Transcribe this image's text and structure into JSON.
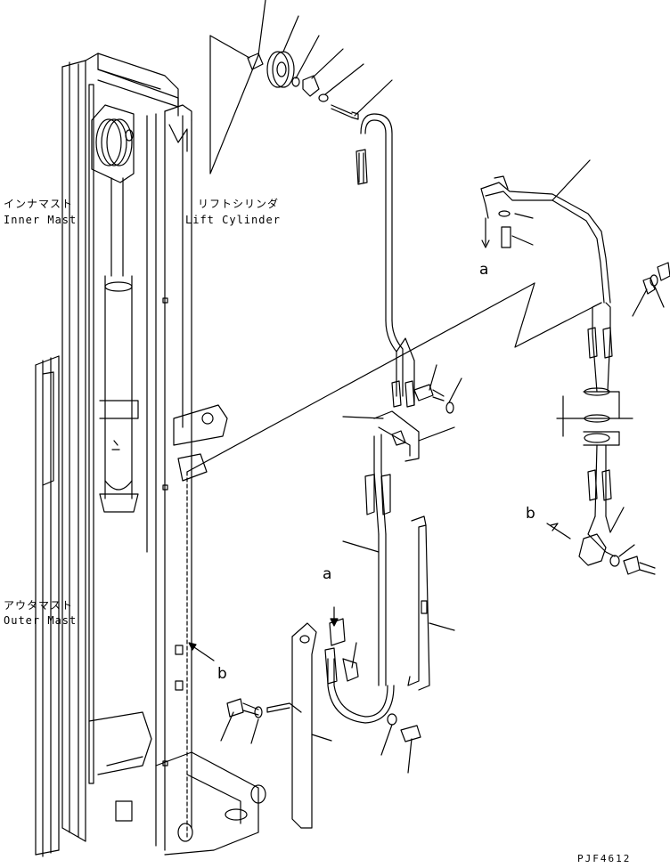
{
  "labels": {
    "inner_mast_jp": "インナマスト",
    "inner_mast_en": "Inner Mast",
    "lift_cylinder_jp": "リフトシリンダ",
    "lift_cylinder_en": "Lift Cylinder",
    "outer_mast_jp": "アウタマスト",
    "outer_mast_en": "Outer Mast"
  },
  "callouts": {
    "a1": "a",
    "a2": "a",
    "b1": "b",
    "b2": "b"
  },
  "drawing_code": "PJF4612",
  "colors": {
    "ink": "#000000",
    "paper": "#ffffff"
  }
}
